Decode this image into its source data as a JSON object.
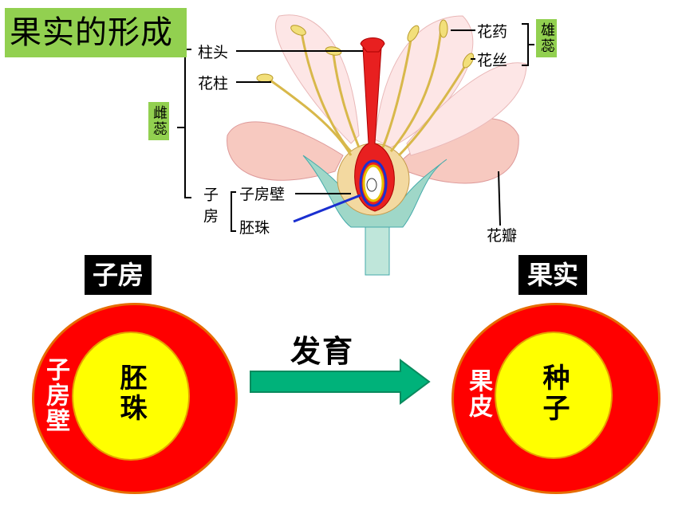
{
  "title": "果实的形成",
  "flower_labels": {
    "stigma": "柱头",
    "style": "花柱",
    "anther": "花药",
    "filament": "花丝",
    "ovary": "子房",
    "ovary_wall": "子房壁",
    "ovule": "胚珠",
    "petal": "花瓣"
  },
  "groups": {
    "pistil": "雌蕊",
    "stamen": "雄蕊"
  },
  "left": {
    "tag": "子房",
    "wall": "子房壁",
    "core": "胚珠"
  },
  "arrow_label": "发育",
  "right": {
    "tag": "果实",
    "wall": "果皮",
    "core": "种子"
  },
  "colors": {
    "green_tag": "#92d050",
    "outer": "#ff0000",
    "inner": "#ffff00",
    "arrow": "#00b27a"
  }
}
